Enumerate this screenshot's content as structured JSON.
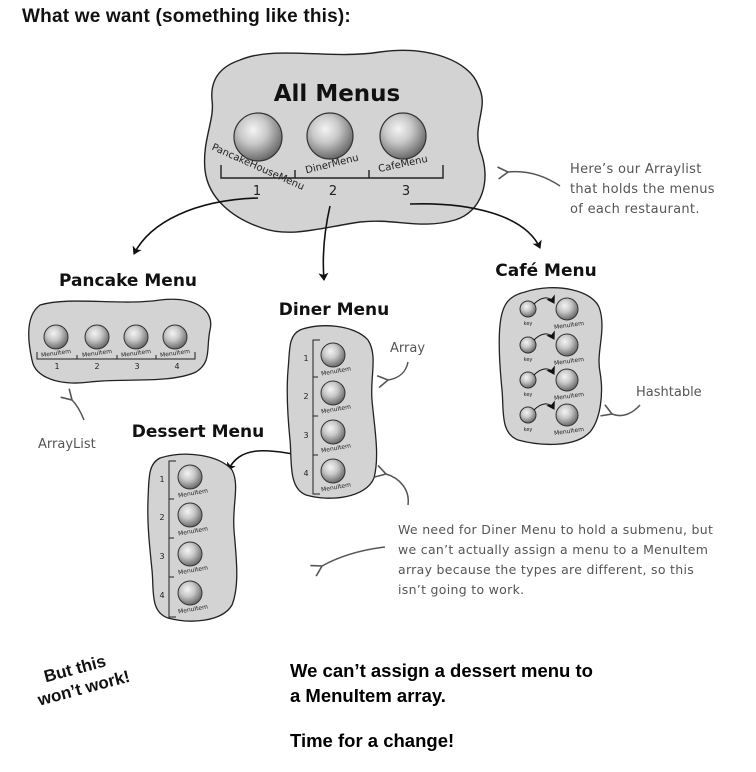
{
  "heading": "What we want (something like this):",
  "all_menus": {
    "title": "All Menus",
    "items": [
      {
        "label": "PancakeHouseMenu",
        "index": "1"
      },
      {
        "label": "DinerMenu",
        "index": "2"
      },
      {
        "label": "CafeMenu",
        "index": "3"
      }
    ],
    "note": [
      "Here’s our Arraylist",
      "that holds the menus",
      "of each restaurant."
    ]
  },
  "pancake_menu": {
    "title": "Pancake Menu",
    "item_label": "MenuItem",
    "indices": [
      "1",
      "2",
      "3",
      "4"
    ],
    "note": "ArrayList"
  },
  "diner_menu": {
    "title": "Diner Menu",
    "item_label": "MenuItem",
    "indices": [
      "1",
      "2",
      "3",
      "4"
    ],
    "note": "Array"
  },
  "cafe_menu": {
    "title": "Café Menu",
    "key_label": "key",
    "item_label": "MenuItem",
    "note": "Hashtable"
  },
  "dessert_menu": {
    "title": "Dessert Menu",
    "item_label": "MenuItem",
    "indices": [
      "1",
      "2",
      "3",
      "4"
    ]
  },
  "submenu_note": [
    "We need for Diner Menu to hold a submenu, but",
    "we can’t actually assign a menu to a MenuItem",
    "array because the types are different, so this",
    "isn’t going to work."
  ],
  "stamp": [
    "But this",
    "won’t work!"
  ],
  "conclusion": [
    "We can’t assign a dessert menu to",
    "a MenuItem array."
  ],
  "change": "Time for a change!"
}
